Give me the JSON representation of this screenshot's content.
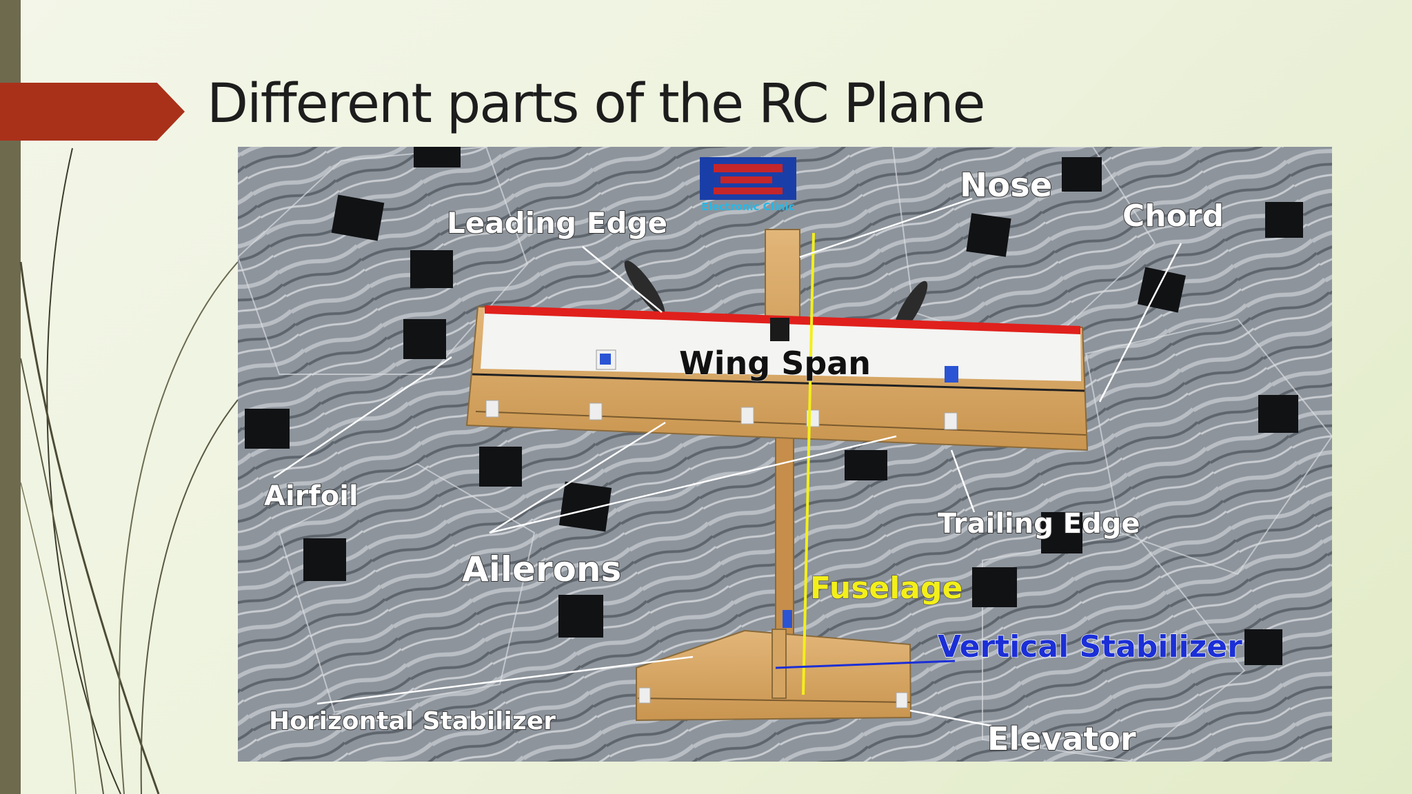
{
  "slide": {
    "title": "Different parts of the RC Plane"
  },
  "figure": {
    "logo_text": "Electronic Clinic",
    "labels": {
      "nose": "Nose",
      "leading_edge": "Leading Edge",
      "chord": "Chord",
      "wing_span": "Wing Span",
      "airfoil": "Airfoil",
      "trailing_edge": "Trailing Edge",
      "ailerons": "Ailerons",
      "fuselage": "Fuselage",
      "vertical_stabilizer": "Vertical Stabilizer",
      "horizontal_stabilizer": "Horizontal Stabilizer",
      "elevator": "Elevator"
    },
    "colors": {
      "accent_arrow": "#a9311a",
      "label_white": "#ffffff",
      "label_yellow": "#f3ef1a",
      "label_blue": "#1b2fd6",
      "wing_leading_red": "#e0201c"
    }
  }
}
